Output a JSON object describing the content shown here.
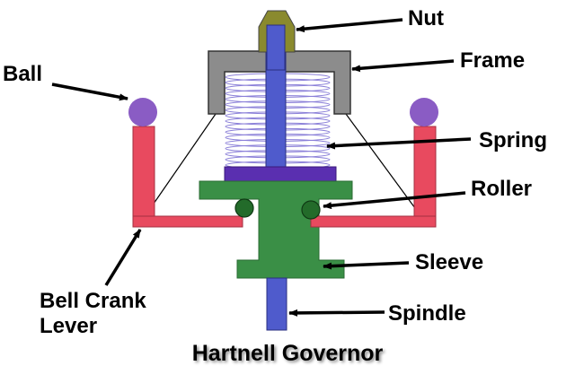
{
  "labels": {
    "nut": "Nut",
    "frame": "Frame",
    "ball": "Ball",
    "spring": "Spring",
    "roller": "Roller",
    "sleeve": "Sleeve",
    "bell_crank_1": "Bell Crank",
    "bell_crank_2": "Lever",
    "spindle": "Spindle"
  },
  "title": "Hartnell Governor",
  "colors": {
    "nut": "#8a8a2e",
    "frame": "#8c8c8c",
    "spindle": "#4f5bcc",
    "spring": "#8a7fd8",
    "spring_plate": "#5a2fb0",
    "sleeve": "#3a8f46",
    "roller": "#236b2a",
    "lever": "#e84a5f",
    "ball": "#8a5cc4"
  }
}
